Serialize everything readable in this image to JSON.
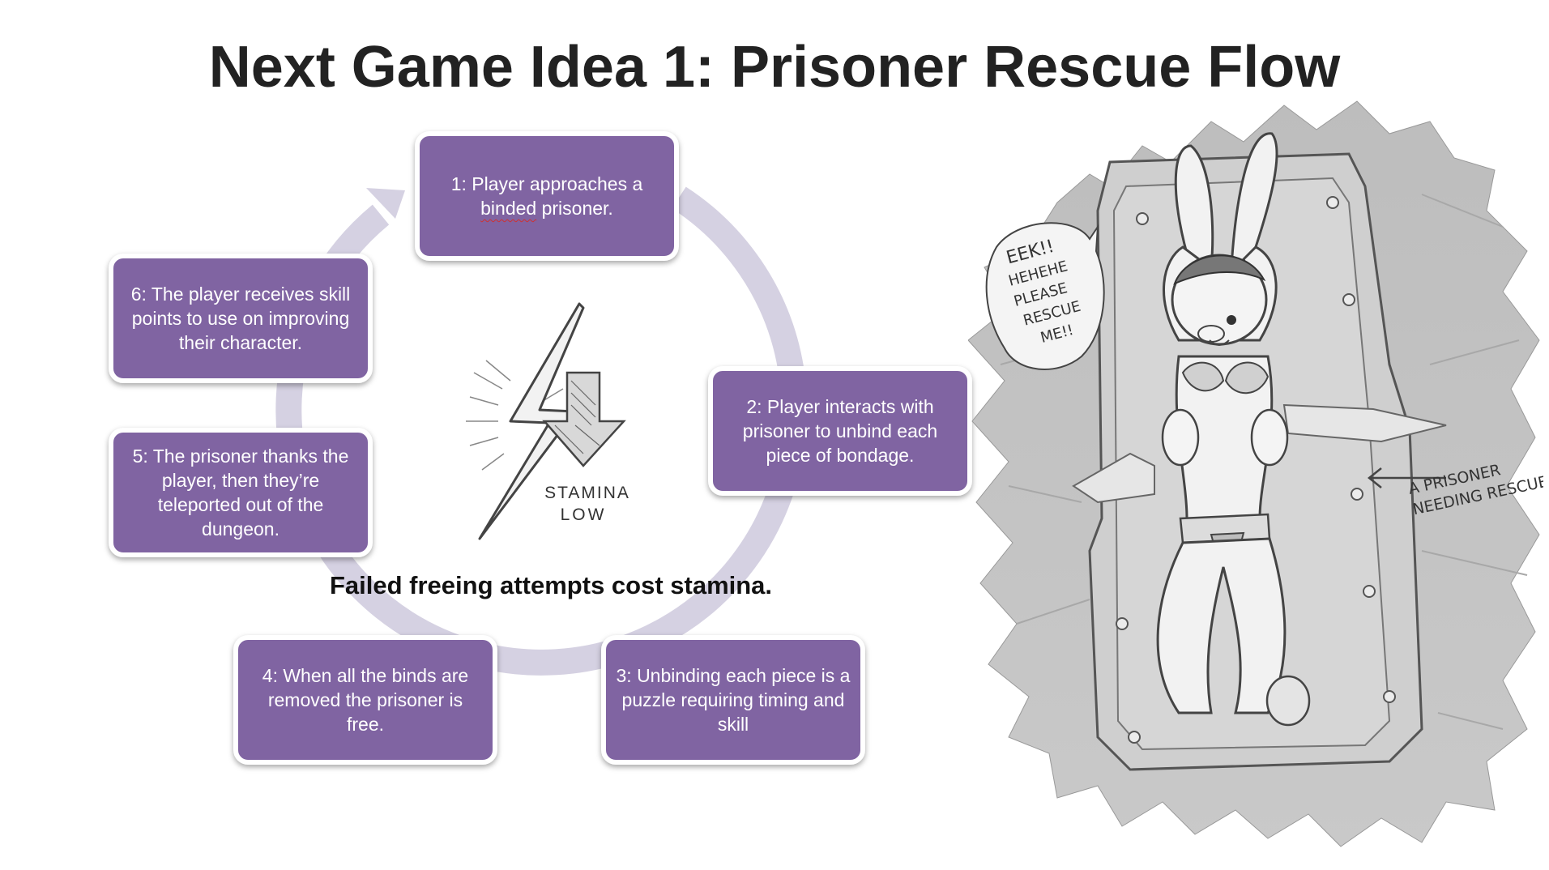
{
  "slide": {
    "title": "Next Game Idea 1: Prisoner Rescue Flow"
  },
  "cycle": {
    "steps": [
      {
        "pre": "1: Player approaches a",
        "typo": "binded",
        "post": " prisoner."
      },
      {
        "text": "2: Player interacts with prisoner to unbind each piece of bondage."
      },
      {
        "text": "3: Unbinding each piece is a puzzle requiring timing and skill"
      },
      {
        "text": "4: When all the binds are removed the prisoner is free."
      },
      {
        "text": "5: The prisoner thanks the player, then they’re teleported out of the dungeon."
      },
      {
        "text": "6: The player receives skill points to use on improving their character."
      }
    ],
    "center_note": "Failed freeing attempts cost stamina.",
    "ring_color": "#d5d1e2",
    "box_color": "#8064a2"
  },
  "stamina_sketch": {
    "line1": "STAMINA",
    "line2": "LOW",
    "icon": "lightning-bolt-down-arrow-icon"
  },
  "illustration": {
    "speech_bubble": [
      "EEK!!",
      "HEHEHE",
      "PLEASE",
      "RESCUE",
      "ME!!"
    ],
    "callout": [
      "A PRISONER",
      "NEEDING RESCUE."
    ]
  }
}
